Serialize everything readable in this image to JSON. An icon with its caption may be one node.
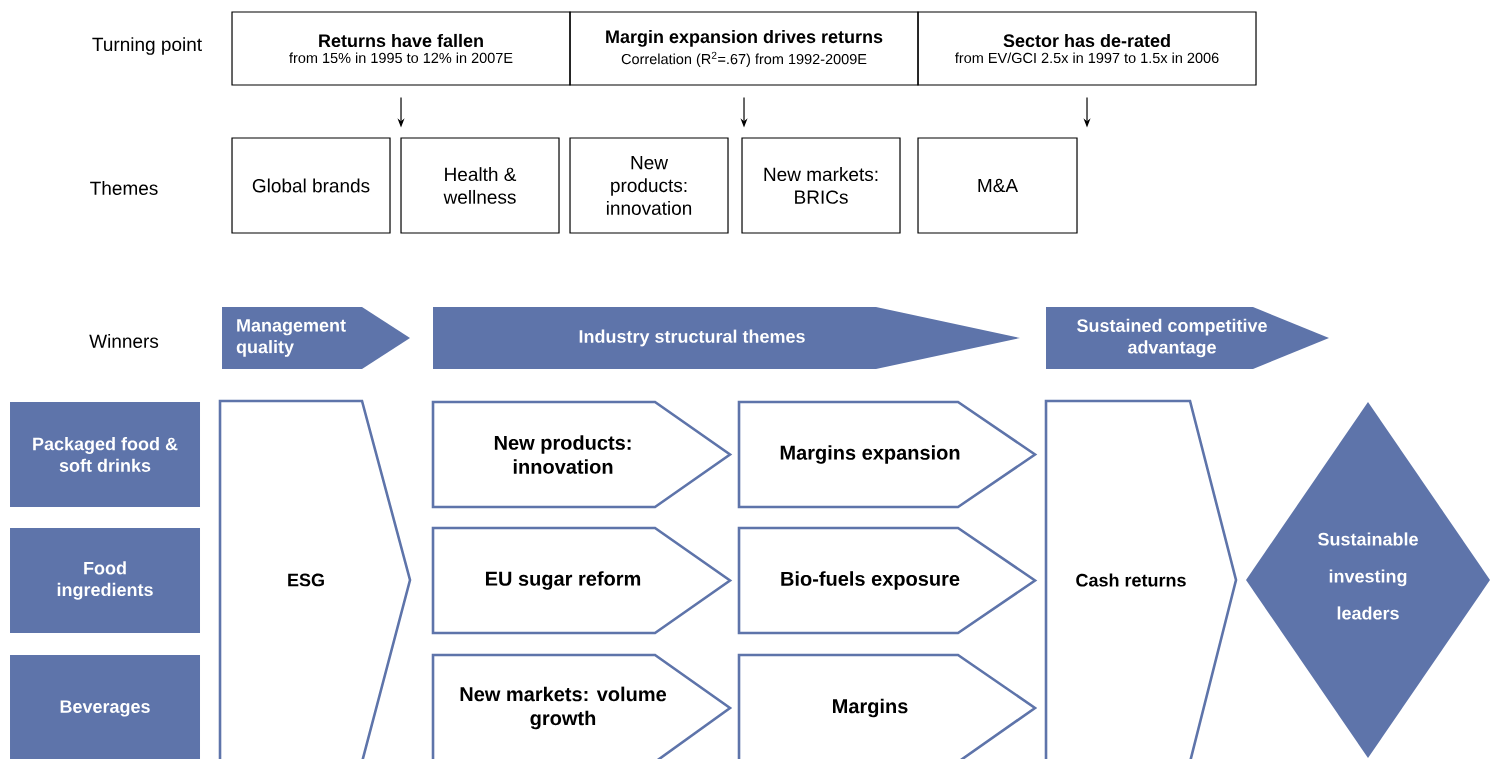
{
  "diagram": {
    "nodes": [
      {
        "text": [
          "Returns have fallen",
          "from 15% in 1995 to 12% in 2007E"
        ]
      },
      {
        "text": [
          "Margin expansion drives returns",
          "Correlation (R$^{2}$=.67) from 1992-2009E"
        ]
      },
      {
        "text": [
          "Sector has de-rated",
          "from EV/GCI 2.5x in 1997 to 1.5x in 2006"
        ]
      },
      {
        "text": [
          "Global brands"
        ]
      },
      {
        "text": [
          "Health & wellness"
        ]
      },
      {
        "text": [
          "New products: innovation"
        ]
      },
      {
        "text": [
          "New markets: BRICs"
        ]
      },
      {
        "text": [
          "M&A"
        ]
      },
      {
        "text": [
          "Management quality"
        ]
      },
      {
        "text": [
          "Industry structural themes"
        ]
      },
      {
        "text": [
          "Sustained competitive advantage"
        ]
      },
      {
        "text": [
          "Packaged food & soft drinks"
        ]
      },
      {
        "text": [
          "Food ingredients"
        ]
      },
      {
        "text": [
          "Beverages"
        ]
      },
      {
        "text": [
          "ESG"
        ]
      },
      {
        "text": [
          "New products: innovation"
        ]
      },
      {
        "text": [
          "Margins expansion"
        ]
      },
      {
        "text": [
          "EU sugar reform"
        ]
      },
      {
        "text": [
          "Bio-fuels exposure"
        ]
      },
      {
        "text": [
          "New markets: volume growth"
        ]
      },
      {
        "text": [
          "Margins"
        ]
      },
      {
        "text": [
          "Cash returns"
        ]
      },
      {
        "text": [
          "Sustainable investing leaders"
        ]
      }
    ],
    "edges": [
      {
        "from": 0,
        "to": 4,
        "arrow": "to"
      },
      {
        "from": 1,
        "to": 6,
        "arrow": "to"
      },
      {
        "from": 2,
        "to": 7,
        "arrow": "to"
      }
    ],
    "labels": [
      "Turning point",
      "Themes",
      "Winners"
    ]
  }
}
